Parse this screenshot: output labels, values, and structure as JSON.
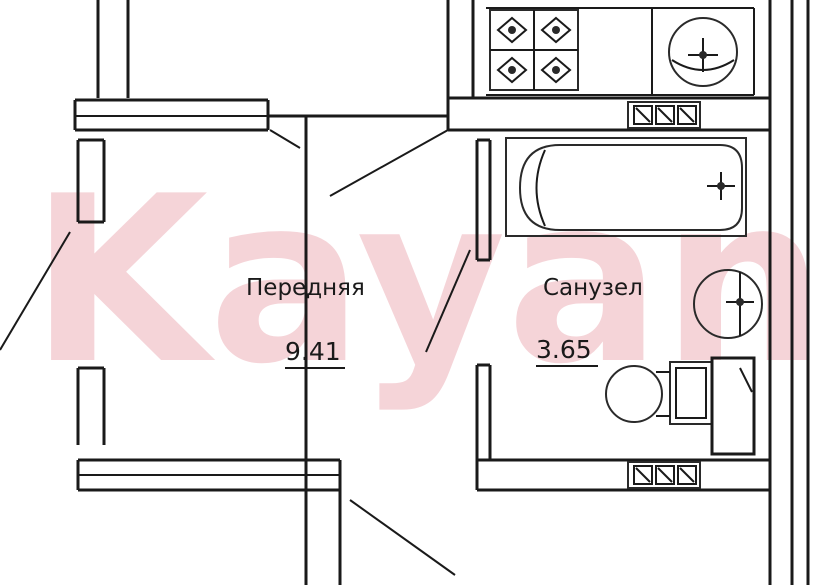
{
  "watermark": {
    "text": "Kayan"
  },
  "rooms": [
    {
      "name": "Передняя",
      "area": "9.41"
    },
    {
      "name": "Санузел",
      "area": "3.65"
    }
  ]
}
